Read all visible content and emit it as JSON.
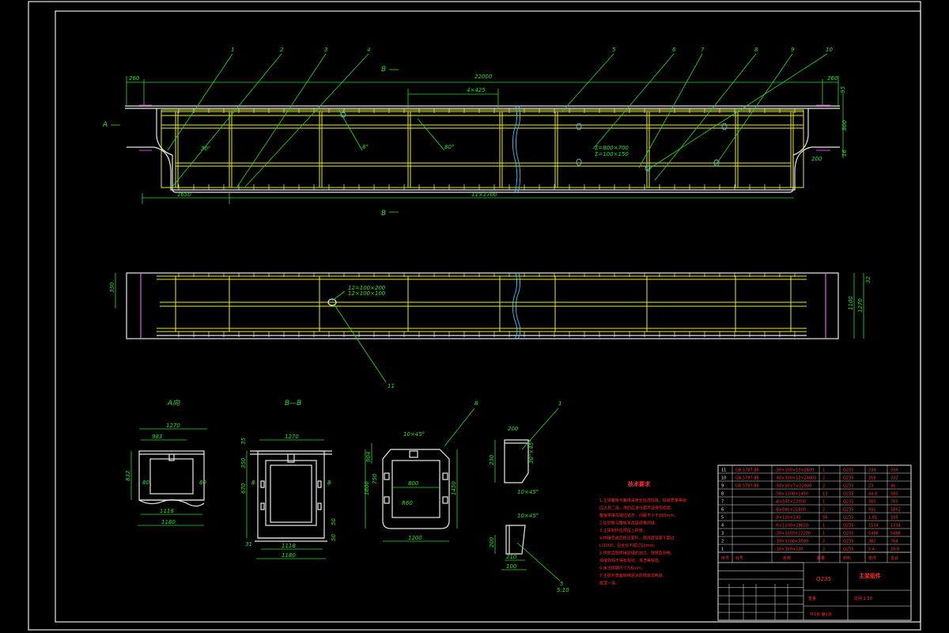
{
  "drawing": {
    "parts": [
      "1",
      "2",
      "3",
      "4",
      "5",
      "6",
      "7",
      "8",
      "9",
      "10",
      "11"
    ],
    "top_view": {
      "overall_length": "22000",
      "left_end": "260",
      "right_end": "260",
      "spacing_top": "4×425",
      "spacing_bottom": "11×1700",
      "left_segment": "1650",
      "hole_note_1": "Σ=800×700",
      "hole_note_2": "Σ=100×150",
      "chamfer_note": "30°",
      "angle_note_1": "8°",
      "angle_note_2": "80°",
      "section_a": "A",
      "section_b_top": "B",
      "section_b_bottom": "B",
      "right_dims": [
        "95",
        "800",
        "16",
        "200"
      ]
    },
    "side_view": {
      "left_dim": "350",
      "right_dims": [
        "32",
        "1100",
        "1270"
      ],
      "hole_note_1": "12=100×200",
      "hole_note_2": "12×100×100",
      "callout": "11"
    },
    "section_a": {
      "title": "A向",
      "dims": [
        "1270",
        "983",
        "832",
        "80",
        "80",
        "1118",
        "1180"
      ]
    },
    "section_bb": {
      "title": "B—B",
      "dims": [
        "1270",
        "35",
        "350",
        "670",
        "8",
        "8",
        "50",
        "50",
        "31",
        "1118",
        "1180"
      ]
    },
    "detail_8": {
      "callout": "8",
      "dims": [
        "10×45°",
        "904",
        "750",
        "800",
        "1600",
        "1450",
        "R60",
        "1200"
      ]
    },
    "detail_1": {
      "callout": "1",
      "dims": [
        "200",
        "230",
        "30°×45°",
        "10×45°"
      ]
    },
    "detail_5": {
      "callout": "5",
      "sub": "5:10",
      "dims": [
        "10×45°",
        "200",
        "210",
        "100"
      ]
    },
    "technical_requirements": {
      "title": "技术要求",
      "lines": [
        "1.主梁腹板与翼缘采用全熔透焊接，焊缝质量等级",
        "  应达到二级，焊后应进行超声波探伤检验。",
        "  腹板拼接焊缝应错开，间距不小于200mm。",
        "2.加劲板与腹板采用连续角焊缝。",
        "3.主梁制作应预留上拱度。",
        "4.焊接完成后矫正变形，直线度误差不超过",
        "  L/1000，且全长不超过10mm。",
        "5.焊前清除焊接区域的油污、铁锈及杂物。",
        "  焊缝外观不得有裂纹、夹渣等缺陷。",
        "6.未注焊脚尺寸为6mm。",
        "7.主梁外表面除锈后涂防锈底漆两道，",
        "  面漆一道。"
      ]
    },
    "bom": {
      "rows": [
        [
          "11",
          "GB 5787-86",
          "-50×100×10×2600",
          "1",
          "Q235",
          "334",
          "334"
        ],
        [
          "10",
          "GB 5787-86",
          "-40×300×12×24000",
          "2",
          "Q235",
          "166",
          "332"
        ],
        [
          "9",
          "GB 5787-86",
          "-50×20×7×22000",
          "2",
          "Q235",
          "23",
          "46"
        ],
        [
          "8",
          "",
          "-50×1100×1450",
          "13",
          "Q235",
          "44.6",
          "580"
        ],
        [
          "7",
          "",
          "-8×550×22000",
          "1",
          "Q235",
          "760",
          "760"
        ],
        [
          "6",
          "",
          "-8×680×21800",
          "2",
          "Q235",
          "931",
          "1862"
        ],
        [
          "5",
          "",
          "-8×120×240",
          "58",
          "Q235",
          "1.81",
          "105"
        ],
        [
          "4",
          "",
          "-6×1100×29620",
          "1",
          "Q235",
          "1534",
          "1534"
        ],
        [
          "3",
          "",
          "-30×1050×22200",
          "1",
          "Q235",
          "5488",
          "5488"
        ],
        [
          "2",
          "",
          "-30×1100×3500",
          "2",
          "Q235",
          "382",
          "764"
        ],
        [
          "1",
          "",
          "-10×300×230",
          "2",
          "Q235",
          "5.4",
          "10.8"
        ]
      ],
      "header": [
        "序号",
        "代号",
        "名称",
        "数量",
        "材料",
        "单件",
        "总计"
      ],
      "material_label": "Q235",
      "title_block_name": "主梁组件",
      "scale_label": "比例 1:20",
      "sheet_label": "共1张 第1张",
      "weight_label": "重量"
    }
  },
  "colors": {
    "frame": "#e8e8e8",
    "dimension": "#22e022",
    "hidden": "#e8e832",
    "break": "#40c0ff",
    "notes": "#ff3030"
  }
}
